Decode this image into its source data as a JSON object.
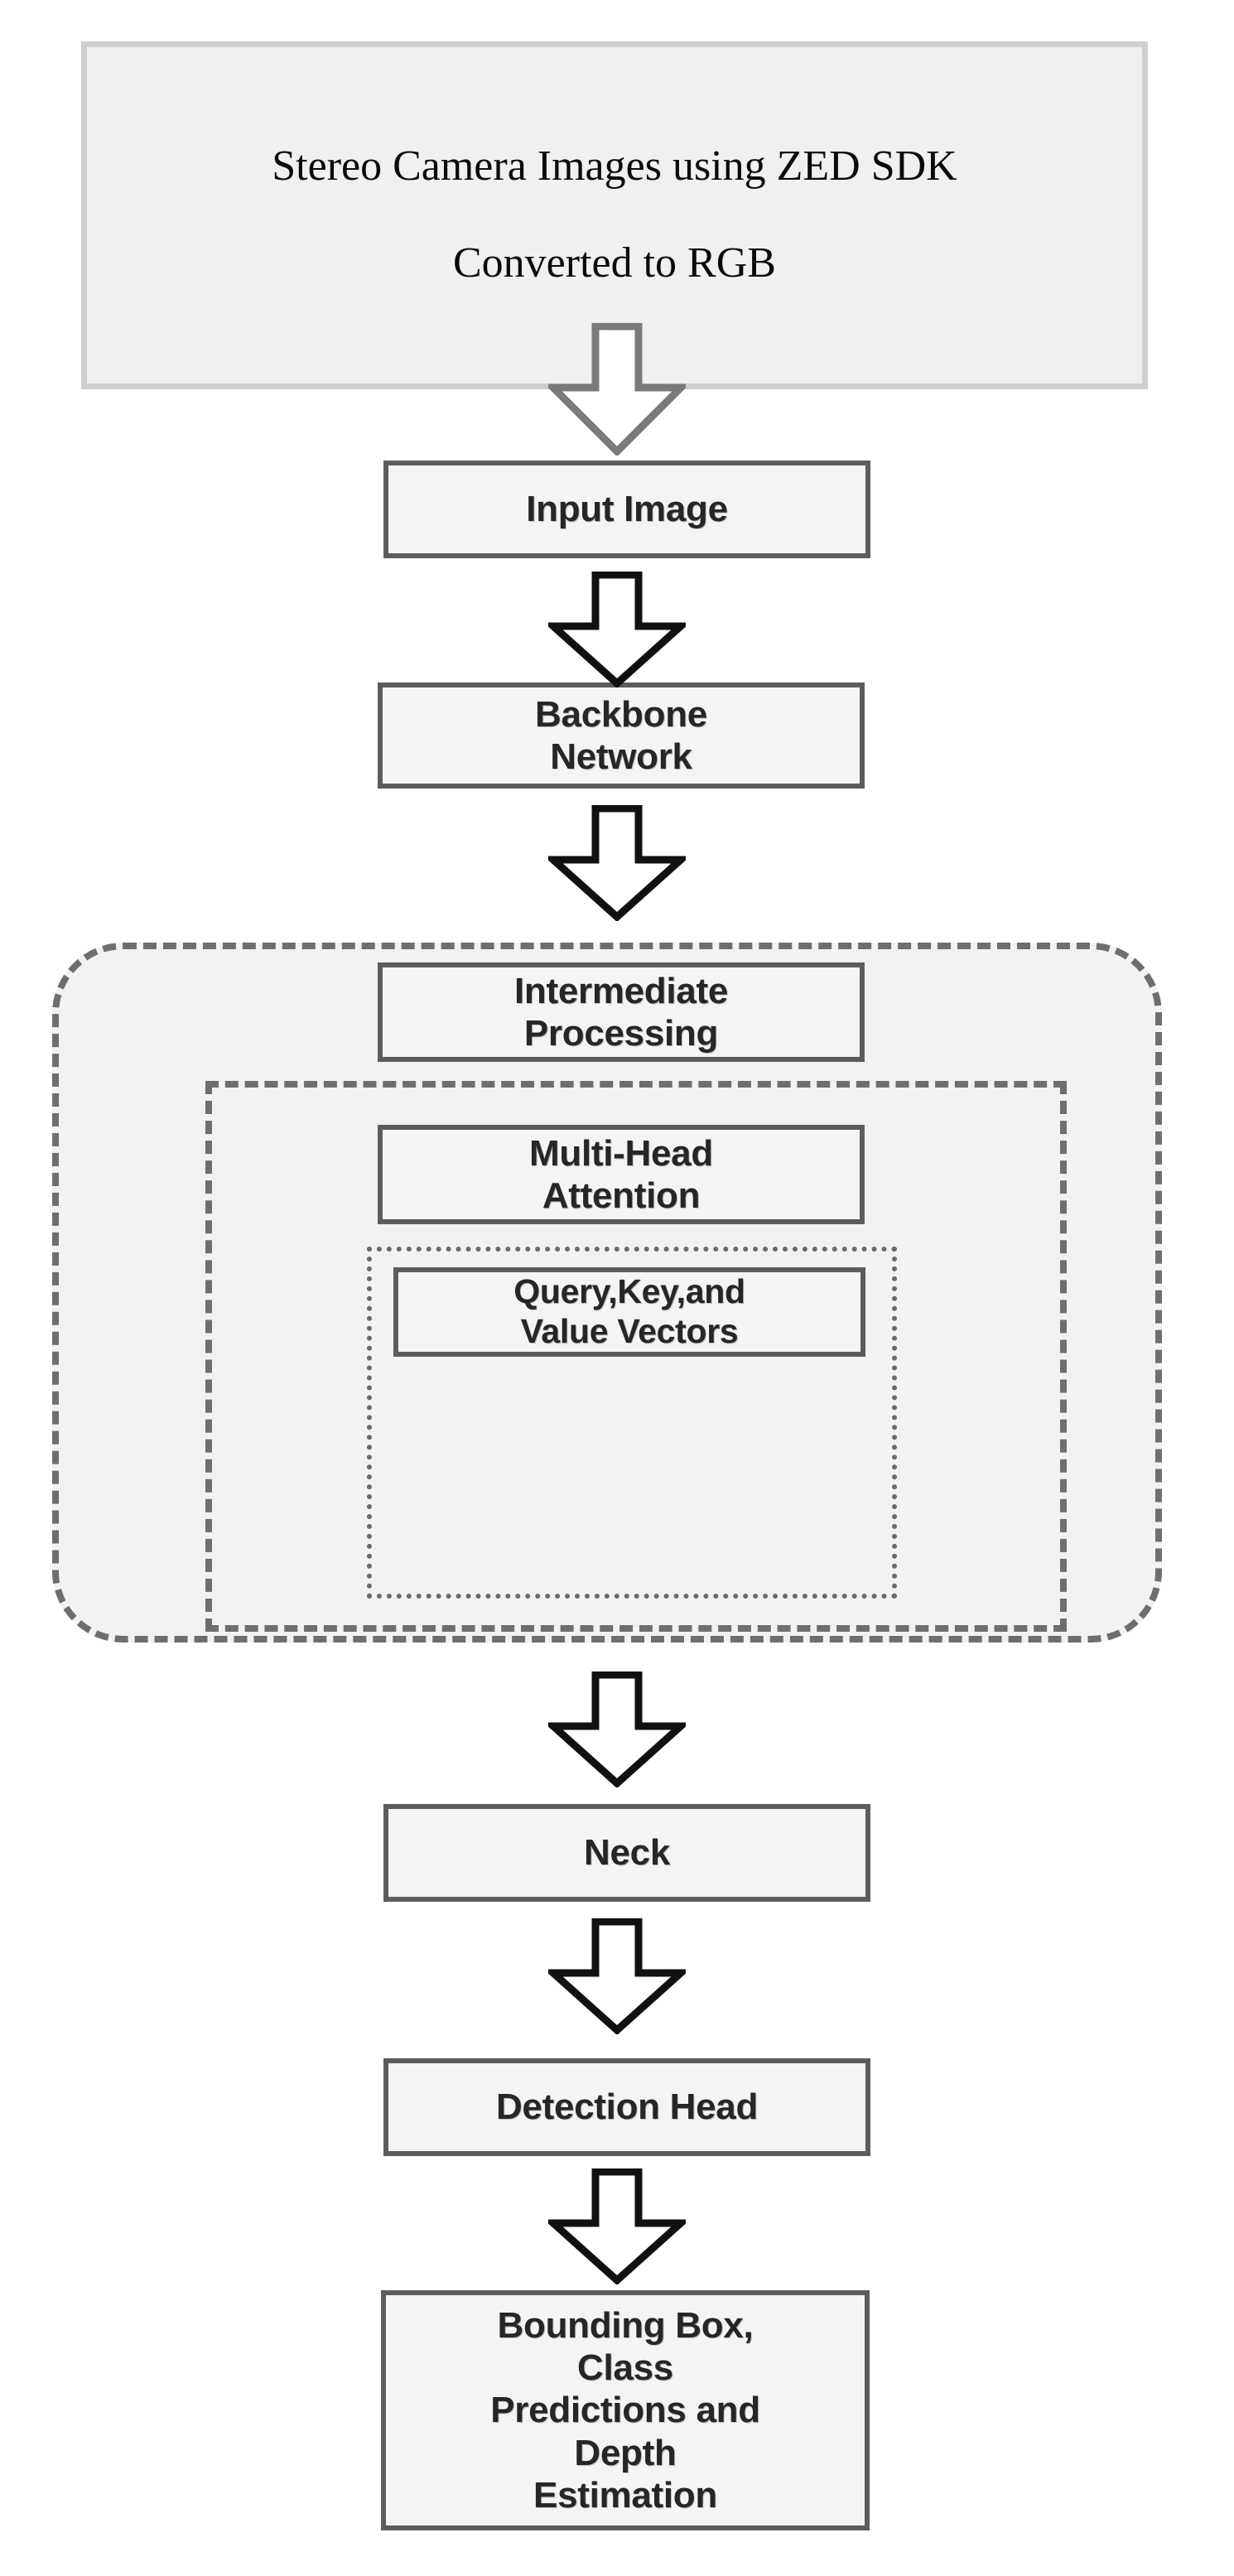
{
  "diagram": {
    "title": "Object detection pipeline flowchart",
    "colors": {
      "box_fill": "#f4f4f4",
      "box_border": "#5c5c5c",
      "source_fill": "#f0f0f0",
      "source_border": "#cfcfcf",
      "region_fill": "#f2f2f2",
      "region_border": "#6e6e6e",
      "text": "#262626",
      "arrow_gray": "#7a7a7a",
      "arrow_black": "#111111",
      "page_background": "#ffffff"
    },
    "source": {
      "line1": "Stereo Camera Images using ZED SDK",
      "line2": "Converted to RGB"
    },
    "nodes": {
      "input_image": "Input Image",
      "backbone": "Backbone\nNetwork",
      "backbone_line1": "Backbone",
      "backbone_line2": "Network",
      "intermediate_line1": "Intermediate",
      "intermediate_line2": "Processing",
      "mha_line1": "Multi-Head",
      "mha_line2": "Attention",
      "qkv_line1": "Query,Key,and",
      "qkv_line2": "Value Vectors",
      "neck": "Neck",
      "detection_head": "Detection Head",
      "output_line1": "Bounding Box,",
      "output_line2": "Class",
      "output_line3": "Predictions and",
      "output_line4": "Depth",
      "output_line5": "Estimation"
    },
    "regions": {
      "attention_region": "Attention block (dashed rounded container)",
      "mha_region": "Multi-head attention group (dashed rectangle)",
      "qkv_region": "Query / Key / Value group (dotted rectangle)"
    },
    "arrows": {
      "source_to_input": "down-arrow-source-to-input",
      "input_to_backbone": "down-arrow-input-to-backbone",
      "backbone_to_intermediate": "down-arrow-backbone-to-intermediate",
      "attention_to_neck": "down-arrow-attention-to-neck",
      "neck_to_detection": "down-arrow-neck-to-detection",
      "detection_to_output": "down-arrow-detection-to-output"
    }
  }
}
